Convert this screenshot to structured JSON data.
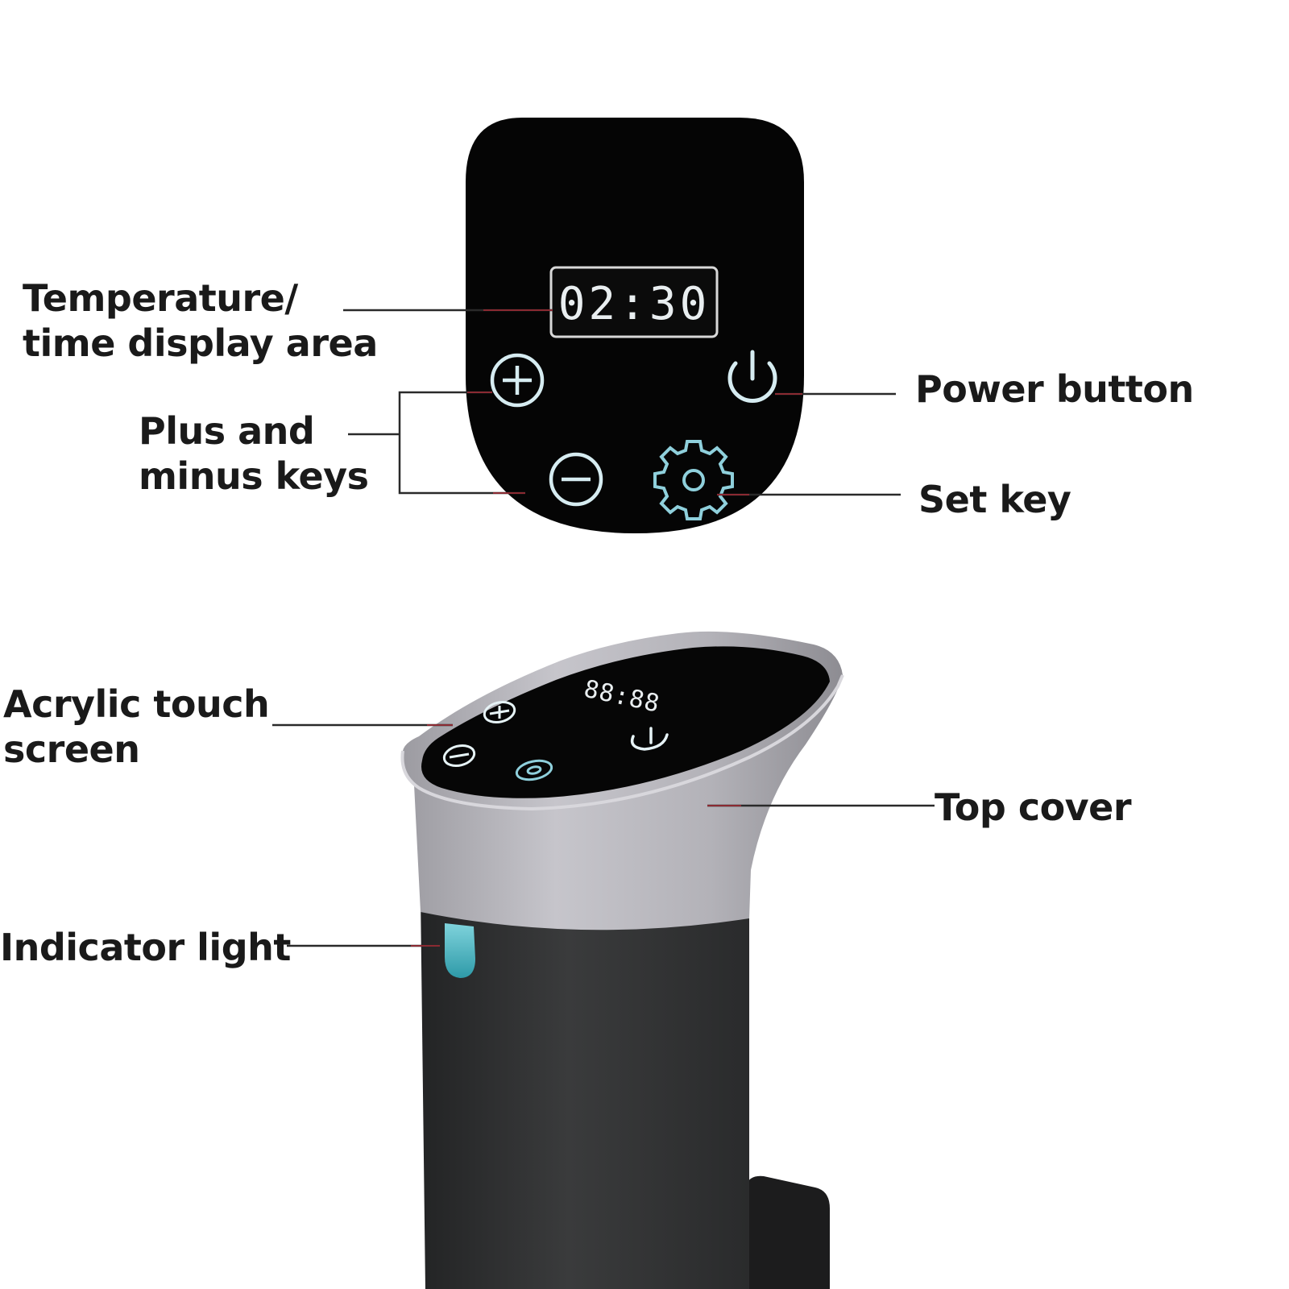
{
  "panel": {
    "display_text": "02:30",
    "small_display_text": "88:88"
  },
  "labels": {
    "display_area": [
      "Temperature/",
      "time display area"
    ],
    "plus_minus": [
      "Plus and",
      "minus keys"
    ],
    "power": "Power button",
    "set": "Set key",
    "touch_screen": [
      "Acrylic touch",
      "screen"
    ],
    "top_cover": "Top cover",
    "indicator": "Indicator light"
  },
  "icons": {
    "plus": "plus-circle-icon",
    "minus": "minus-circle-icon",
    "power": "power-icon",
    "set": "gear-icon"
  },
  "colors": {
    "panel": "#050505",
    "key_glow": "#cfe8ef",
    "leader_line": "#2a2a2a",
    "leader_accent": "#8a2a32",
    "top_cover": "#b9b8bd",
    "body": "#2f3031",
    "indicator_light": "#49b6c3"
  }
}
